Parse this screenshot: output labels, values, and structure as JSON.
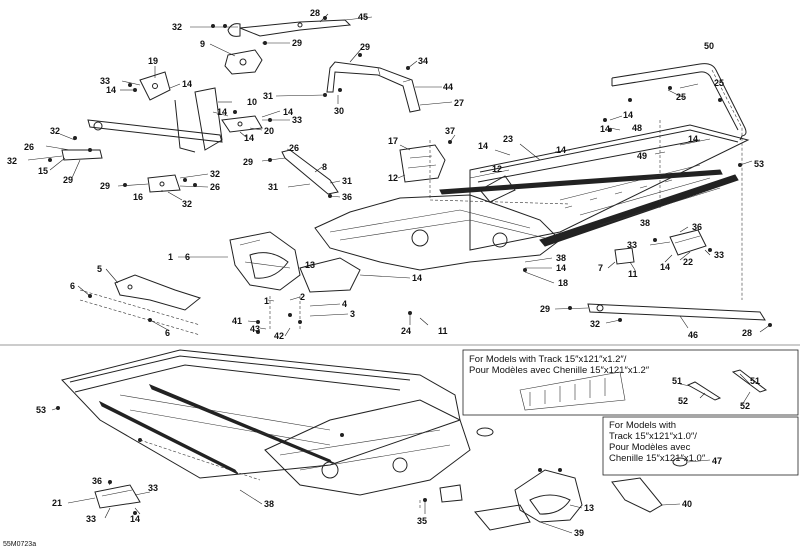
{
  "diagram": {
    "drawing_code": "55M0723a",
    "notes": {
      "track_12": {
        "line1": "For Models with Track 15″x121″x1.2″/",
        "line2": "Pour Modèles avec Chenille 15″x121″x1.2″"
      },
      "track_10": {
        "line1": "For Models with",
        "line2": "Track 15″x121″x1.0″/",
        "line3": "Pour Modèles avec",
        "line4": "Chenille 15″x121″x1.0″"
      }
    },
    "callouts": {
      "c28a": "28",
      "c45": "45",
      "c32a": "32",
      "c29a": "29",
      "c9": "9",
      "c29b": "29",
      "c34": "34",
      "c44": "44",
      "c27": "27",
      "c30": "30",
      "c31a": "31",
      "c50": "50",
      "c19": "19",
      "c33a": "33",
      "c14a": "14",
      "c14b": "14",
      "c10": "10",
      "c14c": "14",
      "c14d": "14",
      "c33b": "33",
      "c20": "20",
      "c14e": "14",
      "c32b": "32",
      "c26a": "26",
      "c32c": "32",
      "c15": "15",
      "c29c": "29",
      "c29d": "29",
      "c16": "16",
      "c32d": "32",
      "c26b": "26",
      "c32e": "32",
      "c26c": "26",
      "c29e": "29",
      "c8": "8",
      "c31b": "31",
      "c31c": "31",
      "c36a": "36",
      "c37": "37",
      "c17": "17",
      "c12a": "12",
      "c23": "23",
      "c14f": "14",
      "c12b": "12",
      "c14g": "14",
      "c14h": "14",
      "c14i": "14",
      "c14j": "14",
      "c48": "48",
      "c49": "49",
      "c53a": "53",
      "c25a": "25",
      "c25b": "25",
      "c16b": "1",
      "c6a": "6",
      "c13a": "13",
      "c5": "5",
      "c6b": "6",
      "c6c": "6",
      "c2": "2",
      "c1": "1",
      "c4": "4",
      "c3": "3",
      "c41": "41",
      "c43": "43",
      "c42": "42",
      "c14k": "14",
      "c24": "24",
      "c11a": "11",
      "c38a": "38",
      "c14l": "14",
      "c18": "18",
      "c7": "7",
      "c11b": "11",
      "c33c": "33",
      "c36b": "36",
      "c14m": "14",
      "c22": "22",
      "c33d": "33",
      "c29f": "29",
      "c32f": "32",
      "c46": "46",
      "c28b": "28",
      "c53b": "53",
      "c36c": "36",
      "c21": "21",
      "c33e": "33",
      "c14n": "14",
      "c33f": "33",
      "c38b": "38",
      "c35": "35",
      "c13b": "13",
      "c39": "39",
      "c40": "40",
      "c51a": "51",
      "c51b": "51",
      "c52a": "52",
      "c52b": "52",
      "c47": "47"
    }
  }
}
